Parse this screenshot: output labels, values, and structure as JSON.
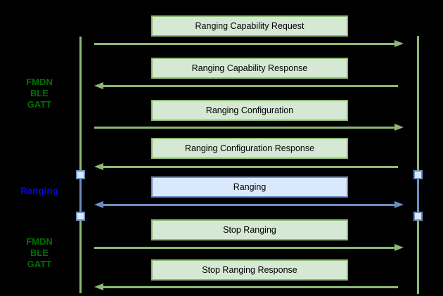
{
  "diagram_type": "sequence-diagram",
  "colors": {
    "background": "#000000",
    "green_box_fill": "#d5e8d4",
    "green_stroke": "#8cb973",
    "phase_label_green": "#007000",
    "blue_box_fill": "#dae8fc",
    "blue_stroke": "#6c8ebf",
    "phase_label_blue": "#0000ff",
    "message_text": "#000000"
  },
  "phase_labels": [
    {
      "lines": [
        "FMDN",
        "BLE",
        "GATT"
      ],
      "color": "green"
    },
    {
      "lines": [
        "Ranging"
      ],
      "color": "blue"
    },
    {
      "lines": [
        "FMDN",
        "BLE",
        "GATT"
      ],
      "color": "green"
    }
  ],
  "messages": [
    {
      "label": "Ranging Capability Request",
      "direction": "right",
      "style": "green"
    },
    {
      "label": "Ranging Capability Response",
      "direction": "left",
      "style": "green"
    },
    {
      "label": "Ranging Configuration",
      "direction": "right",
      "style": "green"
    },
    {
      "label": "Ranging Configuration Response",
      "direction": "left",
      "style": "green"
    },
    {
      "label": "Ranging",
      "direction": "both",
      "style": "blue"
    },
    {
      "label": "Stop Ranging",
      "direction": "right",
      "style": "green"
    },
    {
      "label": "Stop Ranging Response",
      "direction": "left",
      "style": "green"
    }
  ],
  "lifelines": {
    "count": 2,
    "activation_markers_per_line": 2
  }
}
